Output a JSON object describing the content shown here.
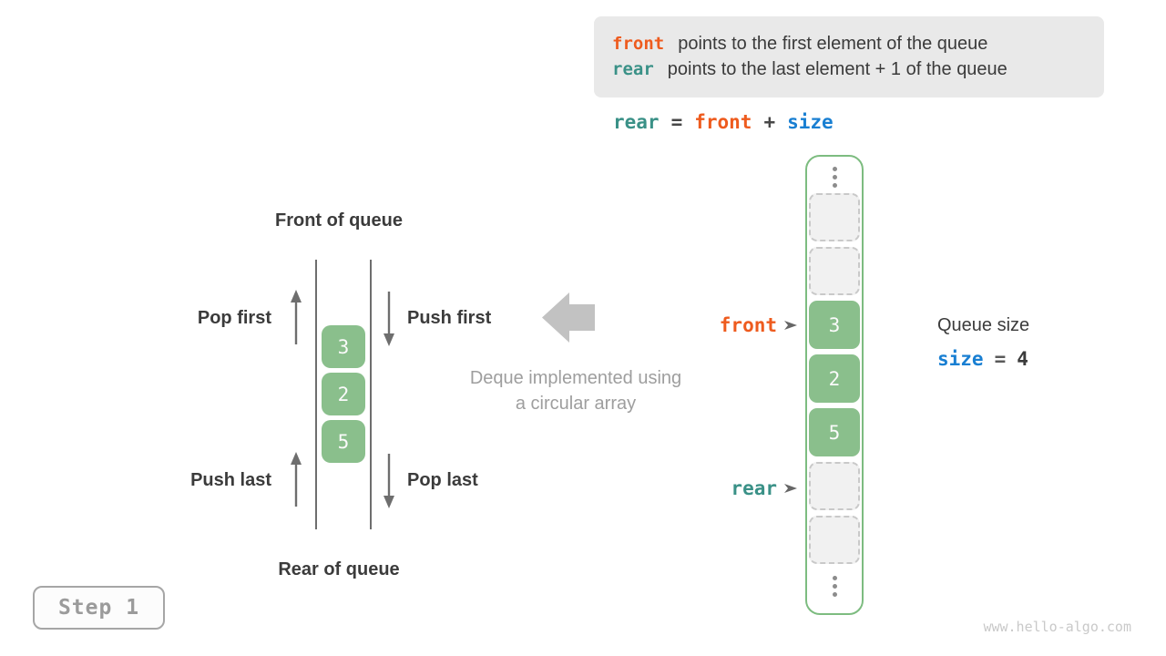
{
  "colors": {
    "orange": "#ee5b1e",
    "teal": "#3a9187",
    "blue": "#197fd2",
    "cell_green": "#8abf8c",
    "box_border_green": "#7dbc80",
    "legend_bg": "#e9e9e9"
  },
  "legend": {
    "lines": [
      {
        "keyword": "front",
        "text": "points to the first element of the queue"
      },
      {
        "keyword": "rear",
        "text": "points to the last element + 1 of the queue"
      }
    ]
  },
  "formula": {
    "lhs": "rear",
    "eq": "=",
    "rhs1": "front",
    "plus": "+",
    "rhs2": "size"
  },
  "deque": {
    "front_of_queue": "Front of queue",
    "rear_of_queue": "Rear of queue",
    "pop_first": "Pop first",
    "push_first": "Push first",
    "push_last": "Push last",
    "pop_last": "Pop last",
    "cells": [
      "3",
      "2",
      "5"
    ]
  },
  "center": {
    "caption_line1": "Deque implemented using",
    "caption_line2": "a circular array"
  },
  "array": {
    "front_pointer": "front",
    "rear_pointer": "rear",
    "cells": [
      {
        "state": "empty",
        "value": ""
      },
      {
        "state": "empty",
        "value": ""
      },
      {
        "state": "filled",
        "value": "3"
      },
      {
        "state": "filled",
        "value": "2"
      },
      {
        "state": "filled",
        "value": "5"
      },
      {
        "state": "empty",
        "value": ""
      },
      {
        "state": "empty",
        "value": ""
      }
    ]
  },
  "queue_size": {
    "label": "Queue size",
    "variable": "size",
    "equals": "=",
    "value": "4"
  },
  "step_badge": {
    "label": "Step 1"
  },
  "watermark": "www.hello-algo.com"
}
